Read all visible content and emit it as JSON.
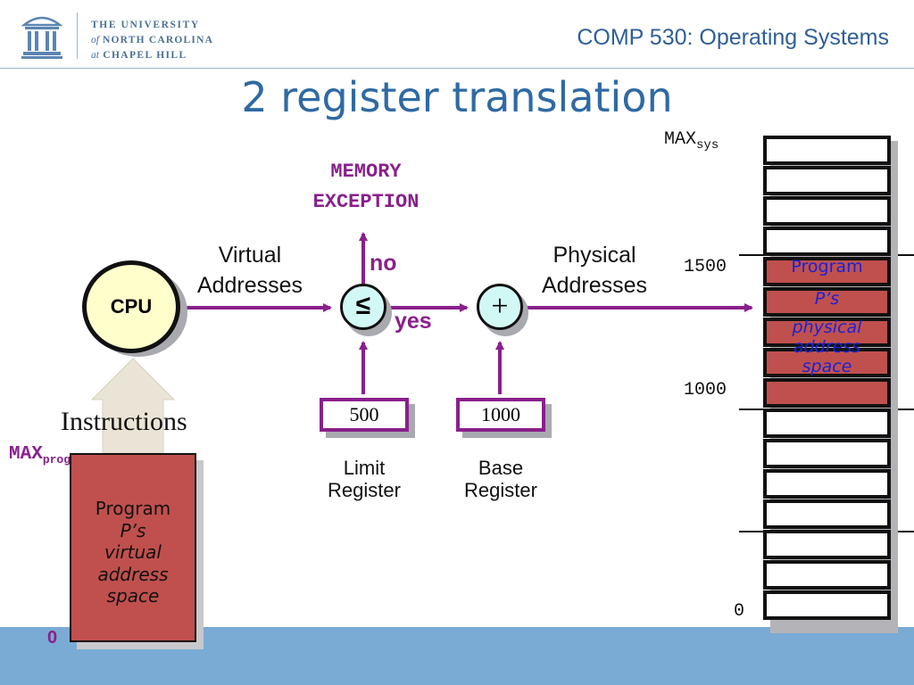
{
  "header": {
    "university_line1": "THE UNIVERSITY",
    "university_line2_prefix": "of",
    "university_line2": "NORTH CAROLINA",
    "university_line3_prefix": "at",
    "university_line3": "CHAPEL HILL",
    "course": "COMP 530: Operating Systems"
  },
  "slide": {
    "title": "2 register translation"
  },
  "diagram": {
    "exception_line1": "MEMORY",
    "exception_line2": "EXCEPTION",
    "virtual_line1": "Virtual",
    "virtual_line2": "Addresses",
    "physical_line1": "Physical",
    "physical_line2": "Addresses",
    "cpu": "CPU",
    "compare_symbol": "≤",
    "add_symbol": "+",
    "no": "no",
    "yes": "yes",
    "limit_value": "500",
    "base_value": "1000",
    "limit_line1": "Limit",
    "limit_line2": "Register",
    "base_line1": "Base",
    "base_line2": "Register",
    "instructions": "Instructions",
    "max_prog": "MAX",
    "max_prog_sub": "prog",
    "zero_prog": "0",
    "virtual_space": [
      "Program",
      "P’s",
      "virtual",
      "address",
      "space"
    ],
    "max_sys": "MAX",
    "max_sys_sub": "sys",
    "addr_1500": "1500",
    "addr_1000": "1000",
    "addr_0": "0",
    "physical_space": [
      "Program",
      "P’s",
      "physical",
      "address",
      "space"
    ]
  },
  "colors": {
    "accent_purple": "#8a1f8c",
    "program_fill": "#c0504d",
    "title_blue": "#2f6aa3",
    "band_blue": "#79abd4"
  }
}
